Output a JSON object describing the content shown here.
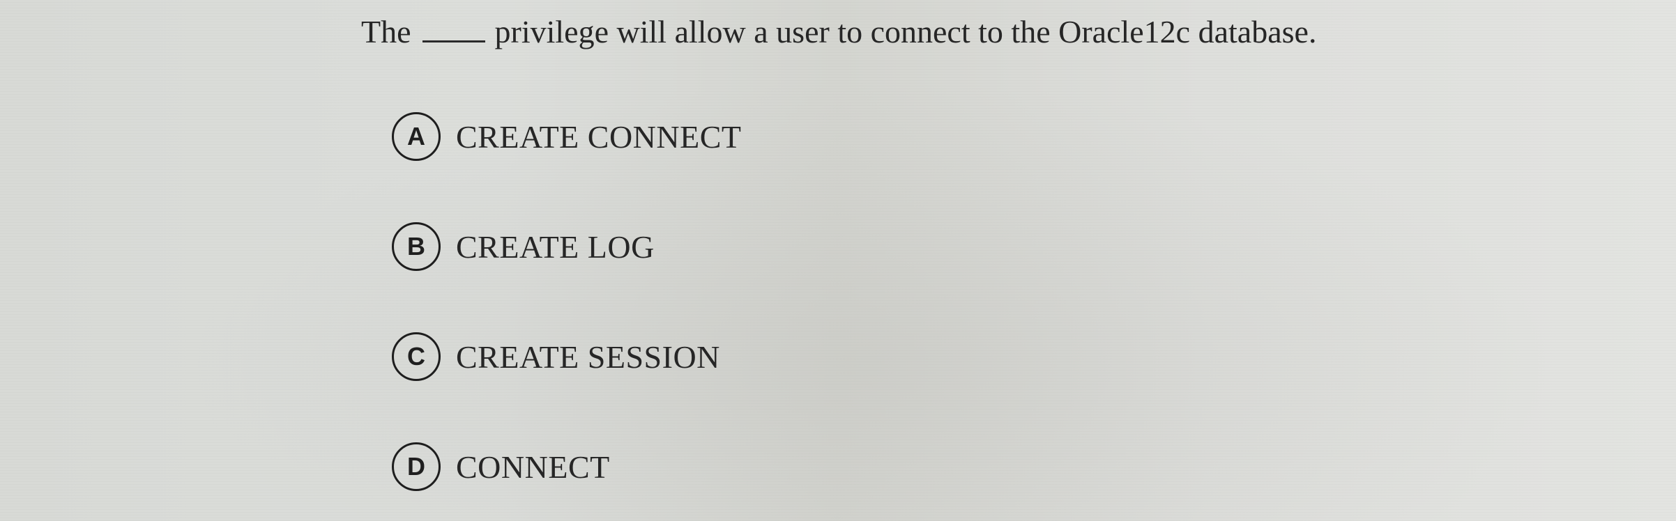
{
  "question": {
    "prefix": "The",
    "suffix": "privilege will allow a user to connect to the Oracle12c database."
  },
  "options": [
    {
      "letter": "A",
      "text": "CREATE CONNECT"
    },
    {
      "letter": "B",
      "text": "CREATE LOG"
    },
    {
      "letter": "C",
      "text": "CREATE SESSION"
    },
    {
      "letter": "D",
      "text": "CONNECT"
    }
  ]
}
